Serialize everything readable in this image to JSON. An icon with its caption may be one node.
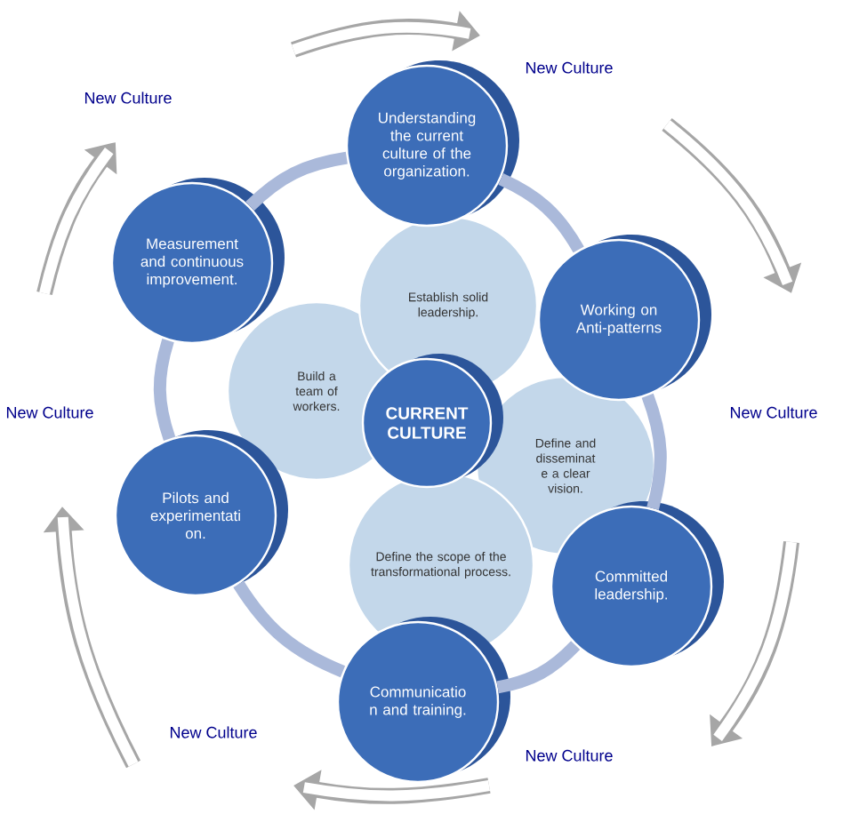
{
  "diagram": {
    "nodes": [
      {
        "text": [
          "Understanding the current culture of the organization."
        ]
      },
      {
        "text": [
          "Working on Anti-patterns"
        ]
      },
      {
        "text": [
          "Committed leadership."
        ]
      },
      {
        "text": [
          "Communicatio n and training."
        ]
      },
      {
        "text": [
          "Pilots and experimentati on."
        ]
      },
      {
        "text": [
          "Measurement and continuous improvement."
        ]
      },
      {
        "text": [
          "Build a team of workers."
        ]
      },
      {
        "text": [
          "Establish solid leadership."
        ]
      },
      {
        "text": [
          "Define and disseminat e a clear vision."
        ]
      },
      {
        "text": [
          "Define the scope of the transformational process."
        ]
      },
      {
        "text": [
          "CURRENT CULTURE"
        ]
      }
    ],
    "edges": [
      {
        "from": 0,
        "to": 1,
        "arrow": "none"
      },
      {
        "from": 1,
        "to": 2,
        "arrow": "none"
      },
      {
        "from": 2,
        "to": 3,
        "arrow": "none"
      },
      {
        "from": 3,
        "to": 4,
        "arrow": "none"
      },
      {
        "from": 4,
        "to": 5,
        "arrow": "none"
      },
      {
        "from": 5,
        "to": 0,
        "arrow": "none"
      }
    ],
    "labels": [
      "New Culture",
      "New Culture",
      "New Culture",
      "New Culture",
      "New Culture",
      "New Culture"
    ]
  }
}
